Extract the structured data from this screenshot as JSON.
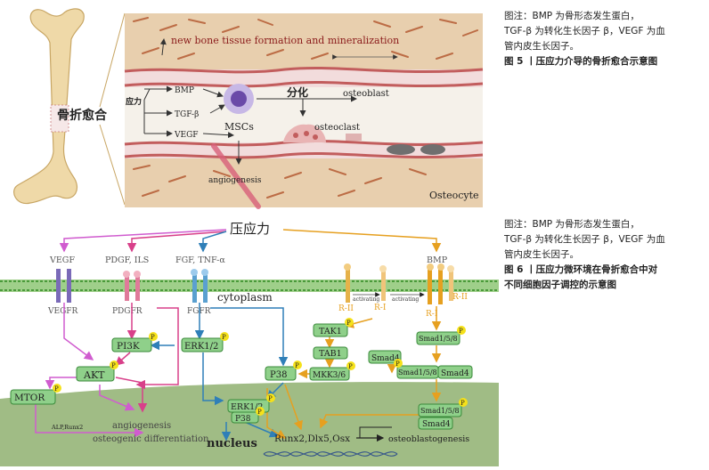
{
  "fig5": {
    "bone_label": "骨折愈合",
    "stress_label": "应力",
    "top_label": "new bone tissue formation and mineralization",
    "factors": [
      "BMP",
      "TGF-β",
      "VEGF"
    ],
    "msc_label": "MSCs",
    "diff_label": "分化",
    "osteoblast": "osteoblast",
    "osteoclast": "osteoclast",
    "angiogenesis": "angiogenesis",
    "osteocyte": "Osteocyte"
  },
  "fig6": {
    "title": "压应力",
    "vegf": "VEGF",
    "pdgf": "PDGF, ILS",
    "fgf": "FGF, TNF-α",
    "bmp": "BMP",
    "vegfr": "VEGFR",
    "pdgfr": "PDGFR",
    "fgfr": "FGFR",
    "cytoplasm": "cytoplasm",
    "r2_left": "R-II",
    "r1_left": "R-I",
    "r1_right": "R-I",
    "r2_right": "R-II",
    "activating1": "activating",
    "activating2": "activating",
    "pi3k": "PI3K",
    "erk": "ERK1/2",
    "akt": "AKT",
    "p38": "P38",
    "mtor": "MTOR",
    "tak1": "TAK1",
    "tab1": "TAB1",
    "mkk": "MKK3/6",
    "smad158_a": "Smad1/5/8",
    "smad4_a": "Smad4",
    "smad158_b": "Smad1/5/8",
    "smad4_b": "Smad4",
    "smad158_c": "Smad1/5/8",
    "smad4_c": "Smad4",
    "erk_n": "ERK1/2",
    "p38_n": "P38",
    "alp": "ALP,Runx2",
    "angio": "angiogenesis",
    "osteo_diff": "osteogenic differentiation",
    "nucleus": "nucleus",
    "runx": "Runx2,Dlx5,Osx",
    "osteoblasto": "osteoblastogenesis",
    "p": "P"
  },
  "captions": {
    "c5_note1": "图注：BMP 为骨形态发生蛋白，",
    "c5_note2": "TGF-β 为转化生长因子 β，VEGF 为血",
    "c5_note3": "管内皮生长因子。",
    "c5_title": "图 5 丨压应力介导的骨折愈合示意图",
    "c6_note1": "图注：BMP 为骨形态发生蛋白，",
    "c6_note2": "TGF-β 为转化生长因子 β，VEGF 为血",
    "c6_note3": "管内皮生长因子。",
    "c6_title1": "图 6 丨压应力微环境在骨折愈合中对",
    "c6_title2": "不同细胞因子调控的示意图"
  },
  "colors": {
    "vegf": "#d05ccf",
    "pdgf": "#d8408a",
    "fgf": "#2f7fb8",
    "bmp": "#e6a020",
    "box": "#8fd08a",
    "box_border": "#3a8a3a",
    "p_badge": "#f5e11a"
  }
}
